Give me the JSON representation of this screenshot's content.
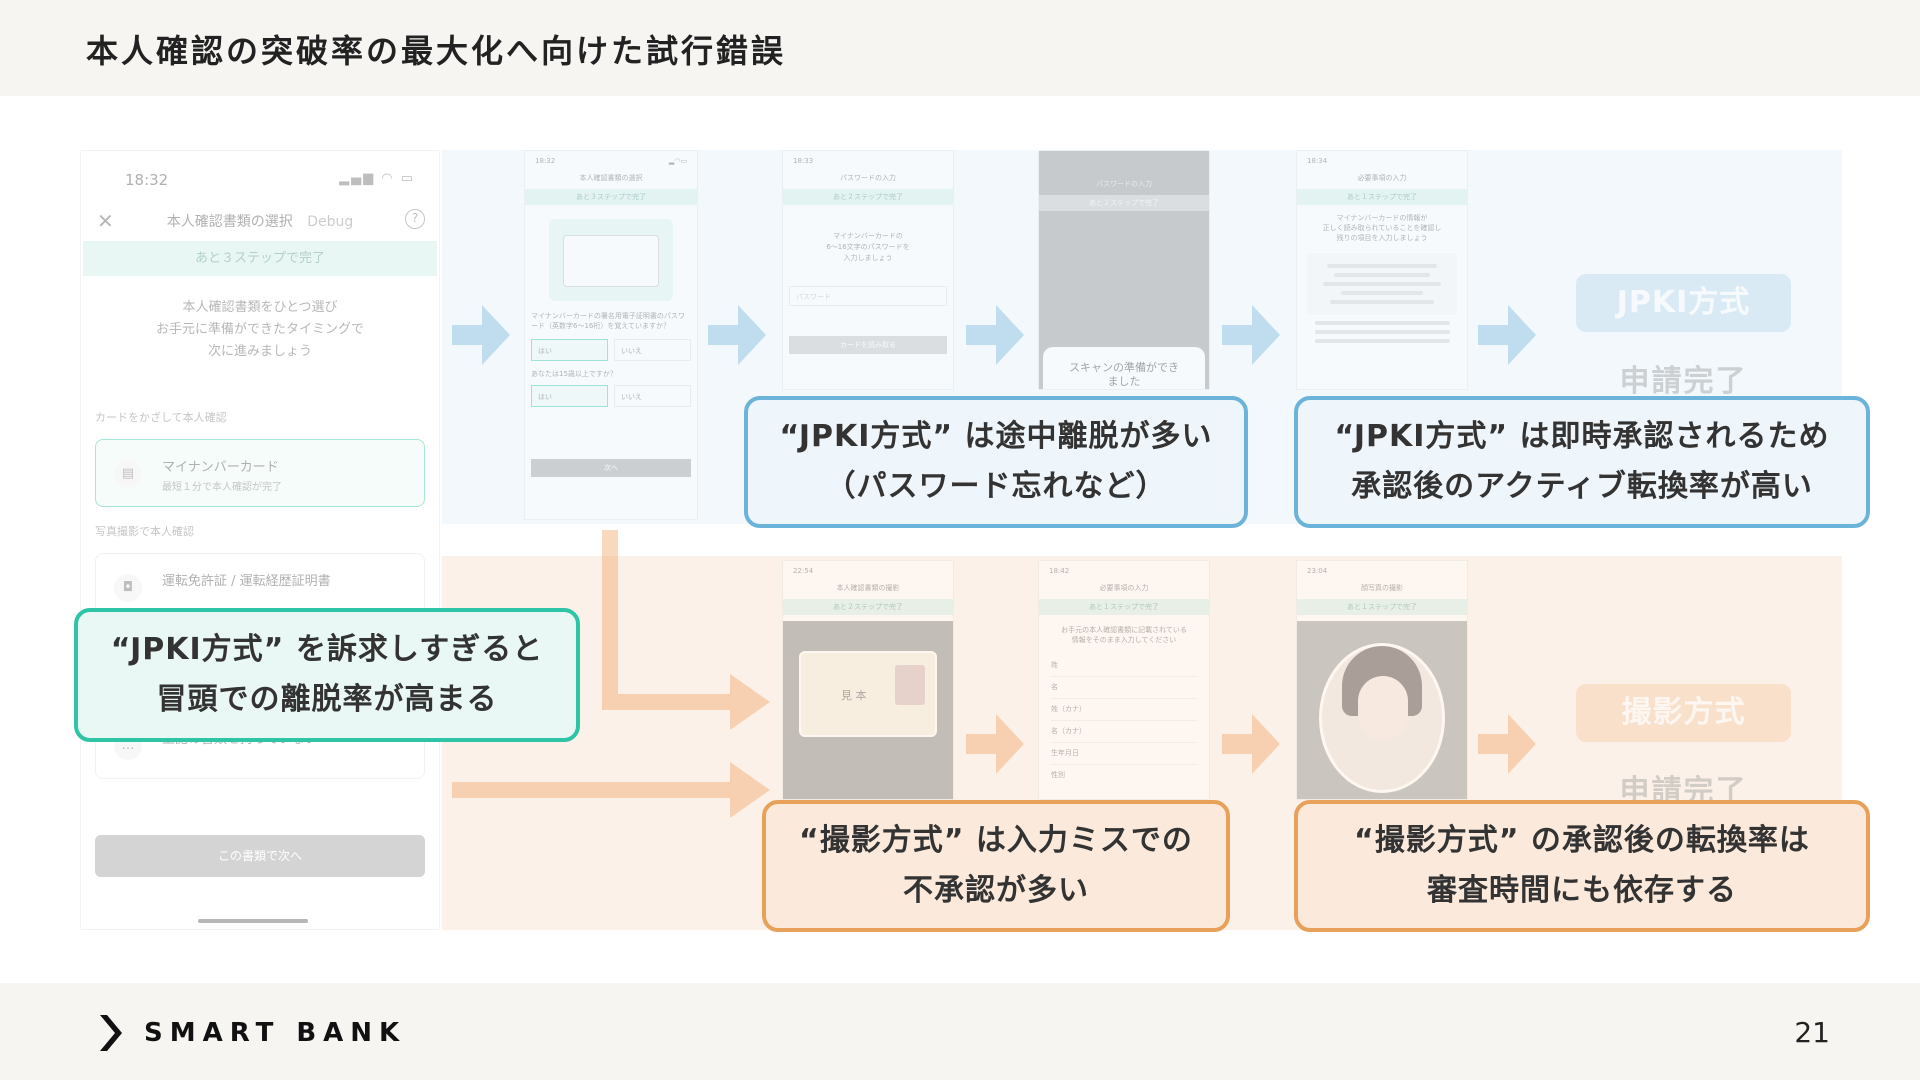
{
  "slide": {
    "title": "本人確認の突破率の最大化へ向けた試行錯誤",
    "brand": "SMART BANK",
    "page_number": "21"
  },
  "colors": {
    "blue_accent": "#6bb3d9",
    "green_accent": "#2ec4a6",
    "orange_accent": "#e8a15a"
  },
  "main_phone": {
    "time": "18:32",
    "header": "本人確認書類の選択",
    "debug": "Debug",
    "steps": "あと３ステップで完了",
    "intro": [
      "本人確認書類をひとつ選び",
      "お手元に準備ができたタイミングで",
      "次に進みましょう"
    ],
    "section1": "カードをかざして本人確認",
    "card_mynumber_title": "マイナンバーカード",
    "card_mynumber_sub": "最短１分で本人確認が完了",
    "section2": "写真撮影で本人確認",
    "card_license_title": "運転免許証 / 運転経歴証明書",
    "card_none_title": "上記の書類を持っていない",
    "button": "この書類で次へ"
  },
  "mini_phones": [
    {
      "time": "18:32",
      "header": "本人確認書類の選択",
      "steps": "あと３ステップで完了",
      "q1": "マイナンバーカードの署名用電子証明書のパスワード（英数字6〜16桁）を覚えていますか？",
      "yes": "はい",
      "no": "いいえ",
      "q2": "あなたは15歳以上ですか？",
      "next": "次へ"
    },
    {
      "time": "18:33",
      "header": "パスワードの入力",
      "steps": "あと２ステップで完了",
      "text": [
        "マイナンバーカードの",
        "6〜16文字のパスワードを",
        "入力しましょう"
      ],
      "input": "パスワード",
      "button": "カードを読み取る"
    },
    {
      "header": "パスワードの入力",
      "steps": "あと２ステップで完了",
      "sheet": [
        "スキャンの準備ができ",
        "ました"
      ]
    },
    {
      "time": "18:34",
      "header": "必要事項の入力",
      "steps": "あと１ステップで完了",
      "text": [
        "マイナンバーカードの情報が",
        "正しく読み取られていることを確認し",
        "残りの項目を入力しましょう"
      ]
    },
    {
      "time": "22:54",
      "header": "本人確認書類の撮影",
      "steps": "あと２ステップで完了",
      "license_mark": "見 本"
    },
    {
      "time": "18:42",
      "header": "必要事項の入力",
      "steps": "あと１ステップで完了",
      "text": [
        "お手元の本人確認書類に記載されている",
        "情報をそのまま入力してください"
      ],
      "rows": [
        "姓",
        "名",
        "姓（カナ）",
        "名（カナ）",
        "生年月日",
        "性別"
      ]
    },
    {
      "time": "23:04",
      "header": "顔写真の撮影",
      "steps": "あと１ステップで完了"
    }
  ],
  "methods": {
    "jpki_label": "JPKI方式",
    "jpki_done": "申請完了",
    "photo_label": "撮影方式",
    "photo_done": "申請完了"
  },
  "callouts": {
    "jpki_dropout": [
      "“JPKI方式” は途中離脱が多い",
      "（パスワード忘れなど）"
    ],
    "jpki_approval": [
      "“JPKI方式” は即時承認されるため",
      "承認後のアクティブ転換率が高い"
    ],
    "jpki_push": [
      "“JPKI方式” を訴求しすぎると",
      "冒頭での離脱率が高まる"
    ],
    "photo_mistake": [
      "“撮影方式” は入力ミスでの",
      "不承認が多い"
    ],
    "photo_review": [
      "“撮影方式” の承認後の転換率は",
      "審査時間にも依存する"
    ]
  }
}
